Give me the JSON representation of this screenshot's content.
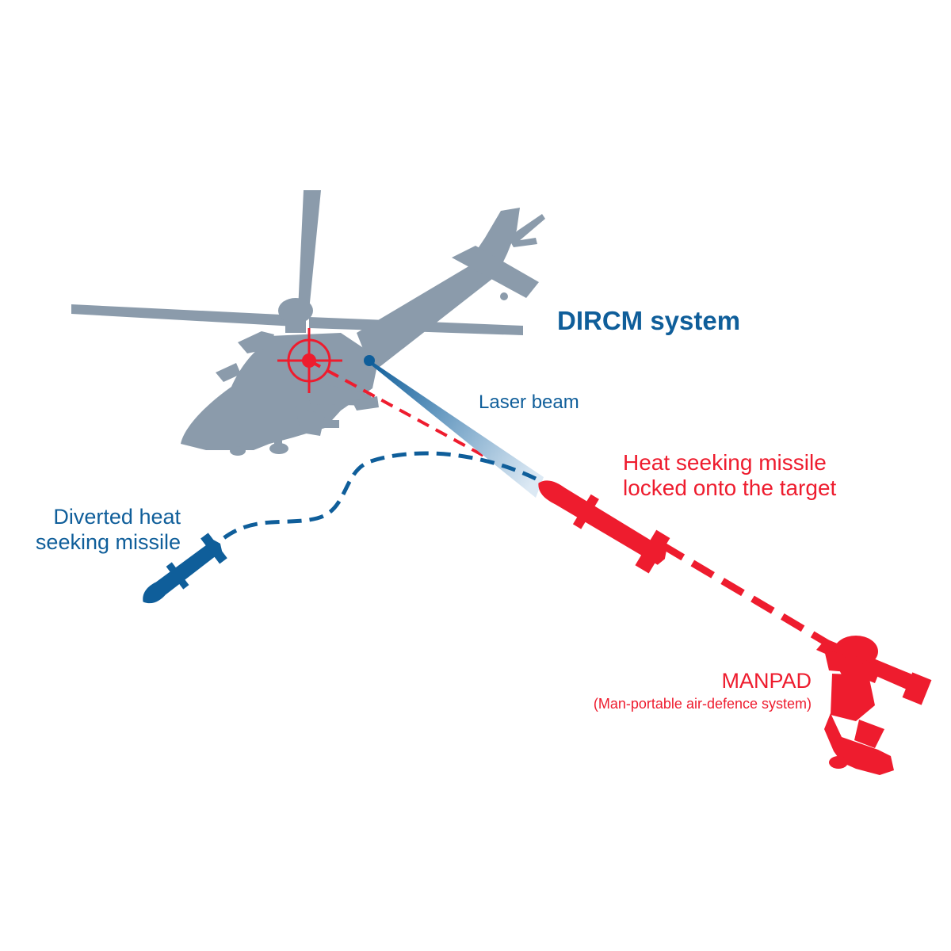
{
  "title": "DIRCM system",
  "laser_beam_label": "Laser beam",
  "locked_missile_label": [
    "Heat seeking missile",
    "locked onto the target"
  ],
  "diverted_missile_label": [
    "Diverted heat",
    "seeking missile"
  ],
  "manpad_label": "MANPAD",
  "manpad_subtitle": "(Man-portable air-defence system)",
  "colors": {
    "helicopter": "#8b9bab",
    "dircm_blue": "#0f5e9a",
    "threat_red": "#ee1c2e",
    "background": "#ffffff"
  },
  "icons": [
    "helicopter-icon",
    "crosshair-icon",
    "missile-icon",
    "soldier-icon"
  ]
}
